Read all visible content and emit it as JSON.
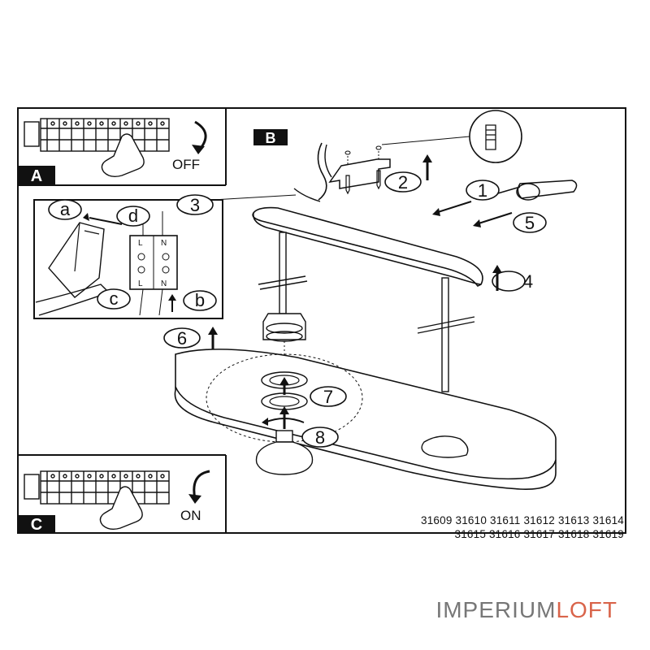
{
  "panels": {
    "a": {
      "letter": "A",
      "state_label": "OFF"
    },
    "b": {
      "letter": "B"
    },
    "c": {
      "letter": "C",
      "state_label": "ON"
    }
  },
  "sub_steps": [
    "a",
    "b",
    "c",
    "d"
  ],
  "steps": [
    "1",
    "2",
    "3",
    "4",
    "5",
    "6",
    "7",
    "8"
  ],
  "terminal_labels": [
    "L",
    "N",
    "L",
    "N"
  ],
  "product_codes": {
    "line1": "31609 31610 31611 31612 31613 31614",
    "line2": "31615 31616 31617 31618 31619"
  },
  "brand": {
    "part1": "IMPERIUM",
    "part2": "LOFT"
  },
  "colors": {
    "brand_accent": "#d9644a",
    "brand_gray": "#777777",
    "ink": "#111111"
  },
  "icons": [
    "arrow-up-icon",
    "curved-arrow-icon",
    "hand-pointer-icon",
    "screw-icon",
    "rotate-icon"
  ]
}
